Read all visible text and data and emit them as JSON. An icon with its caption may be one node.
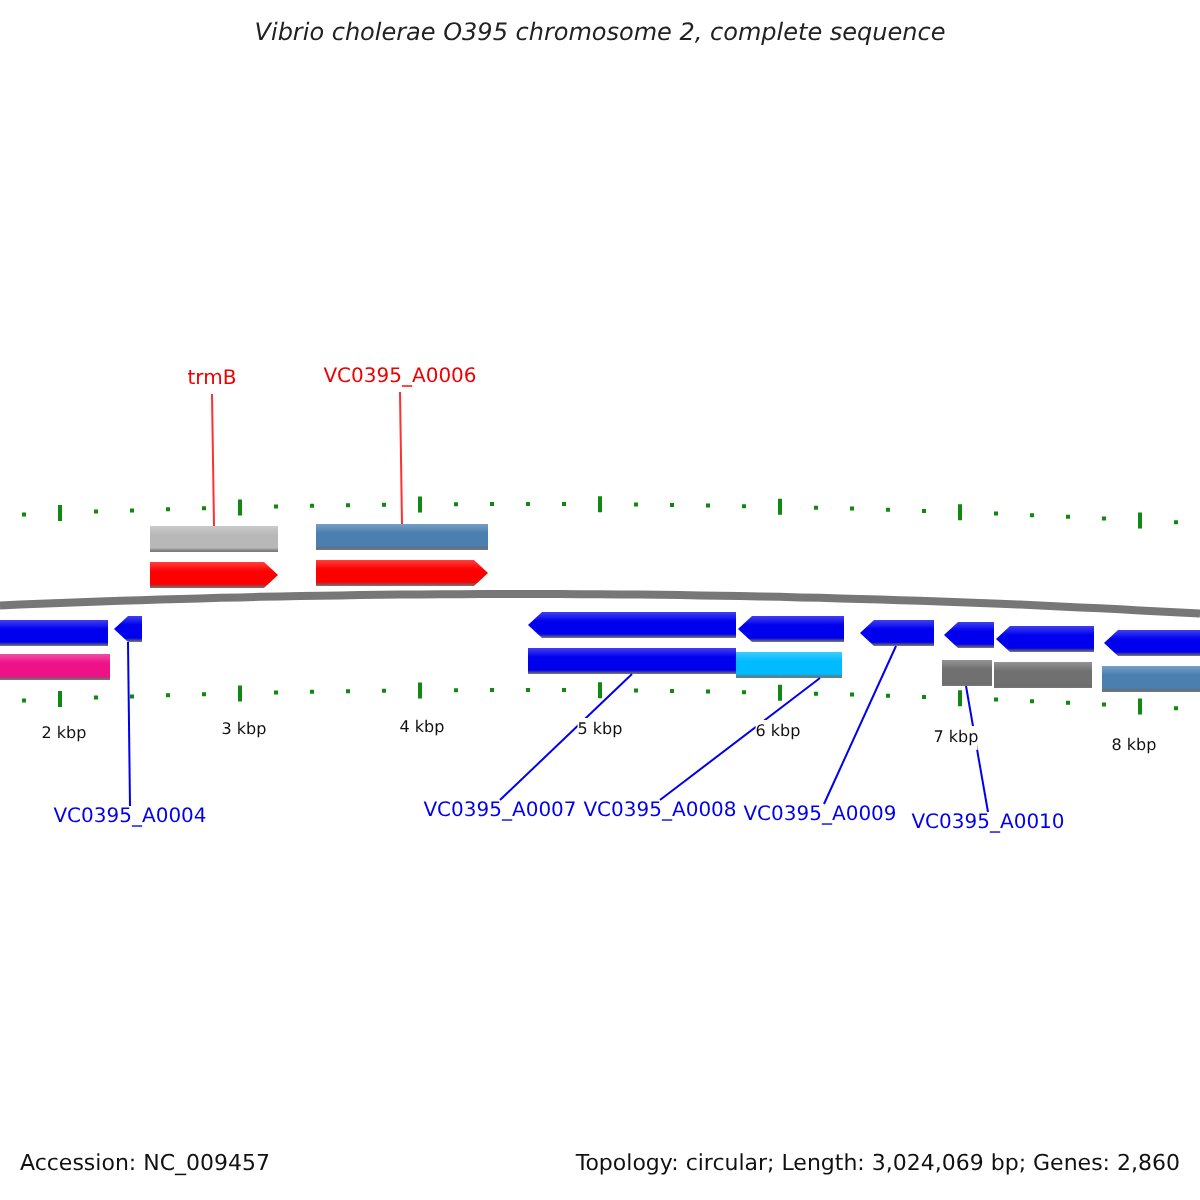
{
  "diagram": {
    "title": "Vibrio cholerae O395 chromosome 2, complete sequence",
    "nodes": [
      {
        "text": [
          "trmB"
        ]
      },
      {
        "text": [
          "VC0395_A0006"
        ]
      },
      {
        "text": [],
        "shape": "bar"
      },
      {
        "text": [],
        "shape": "bar"
      },
      {
        "text": [],
        "shape": "pentagon"
      },
      {
        "text": [],
        "shape": "pentagon"
      },
      {
        "text": [],
        "shape": "bar"
      },
      {
        "text": [],
        "shape": "pentagon"
      },
      {
        "text": [],
        "shape": "pentagon"
      },
      {
        "text": [],
        "shape": "pentagon"
      },
      {
        "text": [],
        "shape": "pentagon"
      },
      {
        "text": [],
        "shape": "pentagon"
      },
      {
        "text": [],
        "shape": "pentagon"
      },
      {
        "text": [],
        "shape": "pentagon"
      },
      {
        "text": [],
        "shape": "bar"
      },
      {
        "text": [],
        "shape": "bar"
      },
      {
        "text": [],
        "shape": "bar"
      },
      {
        "text": [],
        "shape": "bar"
      },
      {
        "text": [],
        "shape": "bar"
      },
      {
        "text": [],
        "shape": "bar"
      },
      {
        "text": [
          "VC0395_A0004"
        ]
      },
      {
        "text": [
          "VC0395_A0007"
        ]
      },
      {
        "text": [
          "VC0395_A0008"
        ]
      },
      {
        "text": [
          "VC0395_A0009"
        ]
      },
      {
        "text": [
          "VC0395_A0010"
        ]
      }
    ],
    "edges": [
      {
        "from": 0,
        "to": 2,
        "arrow": "none",
        "color": "#ff3030"
      },
      {
        "from": 1,
        "to": 3,
        "arrow": "none",
        "color": "#ff3030"
      },
      {
        "from": 20,
        "to": 7,
        "arrow": "none"
      },
      {
        "from": 21,
        "to": 15,
        "arrow": "none"
      },
      {
        "from": 22,
        "to": 16,
        "arrow": "none"
      },
      {
        "from": 23,
        "to": 10,
        "arrow": "none"
      },
      {
        "from": 24,
        "to": 17,
        "arrow": "none"
      }
    ],
    "labels": [
      "2 kbp",
      "3 kbp",
      "4 kbp",
      "5 kbp",
      "6 kbp",
      "7 kbp",
      "8 kbp",
      "Accession: NC_009457",
      "Topology: circular; Length: 3,024,069 bp; Genes: 2,860"
    ]
  }
}
